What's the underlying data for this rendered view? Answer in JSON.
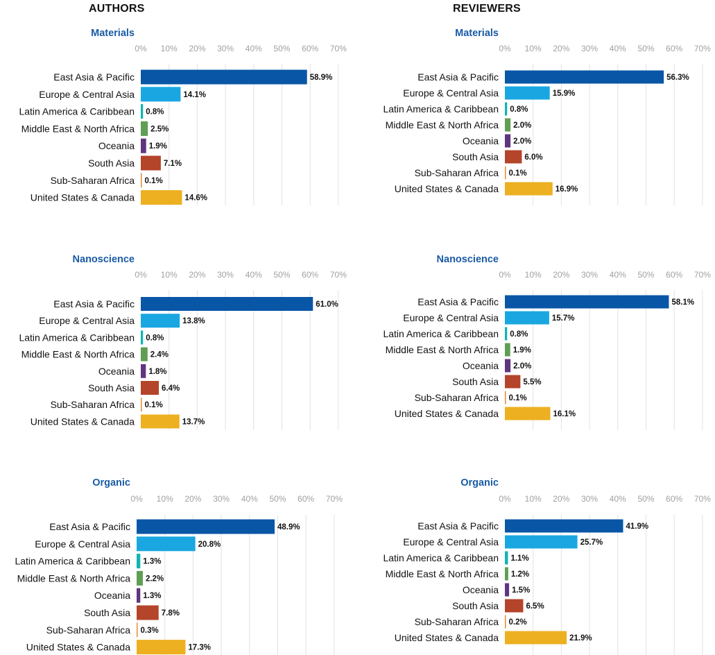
{
  "headers": {
    "authors": "AUTHORS",
    "reviewers": "REVIEWERS"
  },
  "colors": {
    "title": "#1a5ba5",
    "tick": "#a0a0a0",
    "grid": "#e2e2e2",
    "bars": [
      "#0a56a6",
      "#1aa7e1",
      "#13b3b3",
      "#5f9e53",
      "#60357f",
      "#b4442a",
      "#e58b31",
      "#ecb021"
    ]
  },
  "chart_data": [
    {
      "type": "bar",
      "orientation": "horizontal",
      "group": "AUTHORS",
      "title": "Materials",
      "ticks": [
        "0%",
        "10%",
        "20%",
        "30%",
        "40%",
        "50%",
        "60%",
        "70%"
      ],
      "xlim": [
        0,
        70
      ],
      "grid": true,
      "categories": [
        "East Asia & Pacific",
        "Europe & Central Asia",
        "Latin America & Caribbean",
        "Middle East & North Africa",
        "Oceania",
        "South Asia",
        "Sub-Saharan Africa",
        "United States & Canada"
      ],
      "values": [
        58.9,
        14.1,
        0.8,
        2.5,
        1.9,
        7.1,
        0.1,
        14.6
      ],
      "labels": [
        "58.9%",
        "14.1%",
        "0.8%",
        "2.5%",
        "1.9%",
        "7.1%",
        "0.1%",
        "14.6%"
      ]
    },
    {
      "type": "bar",
      "orientation": "horizontal",
      "group": "REVIEWERS",
      "title": "Materials",
      "ticks": [
        "0%",
        "10%",
        "20%",
        "30%",
        "40%",
        "50%",
        "60%",
        "70%"
      ],
      "xlim": [
        0,
        70
      ],
      "grid": true,
      "categories": [
        "East Asia & Pacific",
        "Europe & Central Asia",
        "Latin America & Caribbean",
        "Middle East & North Africa",
        "Oceania",
        "South Asia",
        "Sub-Saharan Africa",
        "United States & Canada"
      ],
      "values": [
        56.3,
        15.9,
        0.8,
        2.0,
        2.0,
        6.0,
        0.1,
        16.9
      ],
      "labels": [
        "56.3%",
        "15.9%",
        "0.8%",
        "2.0%",
        "2.0%",
        "6.0%",
        "0.1%",
        "16.9%"
      ]
    },
    {
      "type": "bar",
      "orientation": "horizontal",
      "group": "AUTHORS",
      "title": "Nanoscience",
      "ticks": [
        "0%",
        "10%",
        "20%",
        "30%",
        "40%",
        "50%",
        "60%",
        "70%"
      ],
      "xlim": [
        0,
        70
      ],
      "grid": true,
      "categories": [
        "East Asia & Pacific",
        "Europe & Central Asia",
        "Latin America & Caribbean",
        "Middle East & North Africa",
        "Oceania",
        "South Asia",
        "Sub-Saharan Africa",
        "United States & Canada"
      ],
      "values": [
        61.0,
        13.8,
        0.8,
        2.4,
        1.8,
        6.4,
        0.1,
        13.7
      ],
      "labels": [
        "61.0%",
        "13.8%",
        "0.8%",
        "2.4%",
        "1.8%",
        "6.4%",
        "0.1%",
        "13.7%"
      ]
    },
    {
      "type": "bar",
      "orientation": "horizontal",
      "group": "REVIEWERS",
      "title": "Nanoscience",
      "ticks": [
        "0%",
        "10%",
        "20%",
        "30%",
        "40%",
        "50%",
        "60%",
        "70%"
      ],
      "xlim": [
        0,
        70
      ],
      "grid": true,
      "categories": [
        "East Asia & Pacific",
        "Europe & Central Asia",
        "Latin America & Caribbean",
        "Middle East & North Africa",
        "Oceania",
        "South Asia",
        "Sub-Saharan Africa",
        "United States & Canada"
      ],
      "values": [
        58.1,
        15.7,
        0.8,
        1.9,
        2.0,
        5.5,
        0.1,
        16.1
      ],
      "labels": [
        "58.1%",
        "15.7%",
        "0.8%",
        "1.9%",
        "2.0%",
        "5.5%",
        "0.1%",
        "16.1%"
      ]
    },
    {
      "type": "bar",
      "orientation": "horizontal",
      "group": "AUTHORS",
      "title": "Organic",
      "ticks": [
        "0%",
        "10%",
        "20%",
        "30%",
        "40%",
        "50%",
        "60%",
        "70%"
      ],
      "xlim": [
        0,
        70
      ],
      "grid": true,
      "categories": [
        "East Asia & Pacific",
        "Europe & Central Asia",
        "Latin America & Caribbean",
        "Middle East & North Africa",
        "Oceania",
        "South Asia",
        "Sub-Saharan Africa",
        "United States & Canada"
      ],
      "values": [
        48.9,
        20.8,
        1.3,
        2.2,
        1.3,
        7.8,
        0.3,
        17.3
      ],
      "labels": [
        "48.9%",
        "20.8%",
        "1.3%",
        "2.2%",
        "1.3%",
        "7.8%",
        "0.3%",
        "17.3%"
      ]
    },
    {
      "type": "bar",
      "orientation": "horizontal",
      "group": "REVIEWERS",
      "title": "Organic",
      "ticks": [
        "0%",
        "10%",
        "20%",
        "30%",
        "40%",
        "50%",
        "60%",
        "70%"
      ],
      "xlim": [
        0,
        70
      ],
      "grid": true,
      "categories": [
        "East Asia & Pacific",
        "Europe & Central Asia",
        "Latin America & Caribbean",
        "Middle East & North Africa",
        "Oceania",
        "South Asia",
        "Sub-Saharan Africa",
        "United States & Canada"
      ],
      "values": [
        41.9,
        25.7,
        1.1,
        1.2,
        1.5,
        6.5,
        0.2,
        21.9
      ],
      "labels": [
        "41.9%",
        "25.7%",
        "1.1%",
        "1.2%",
        "1.5%",
        "6.5%",
        "0.2%",
        "21.9%"
      ]
    }
  ]
}
